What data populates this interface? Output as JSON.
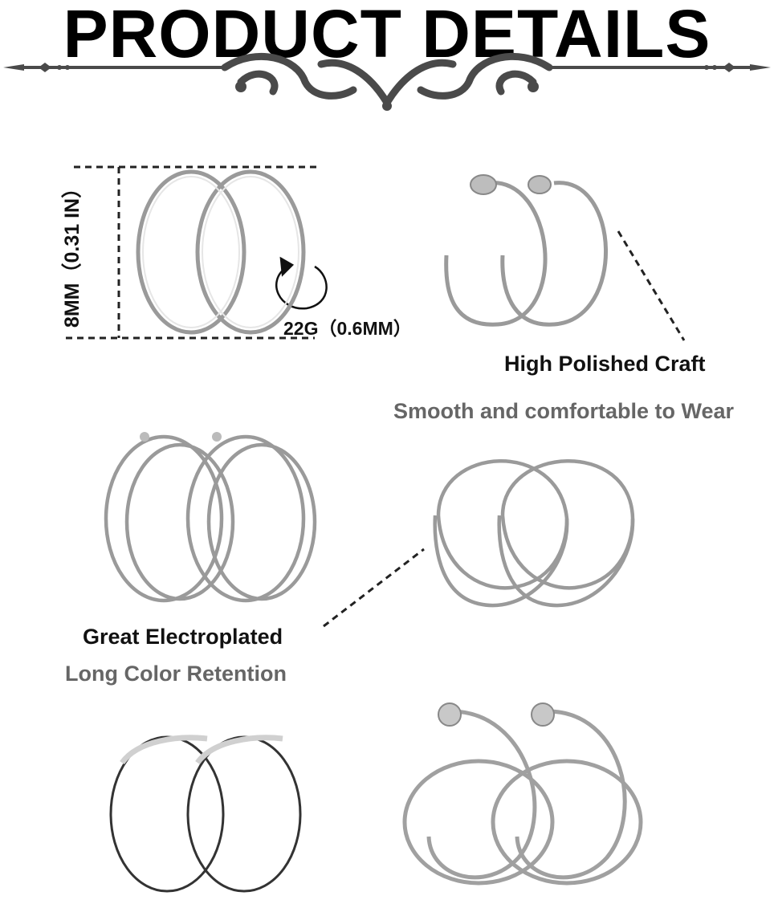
{
  "header": {
    "title": "PRODUCT DETAILS"
  },
  "dimensions": {
    "height_label": "8MM（0.31 IN）",
    "gauge_label": "22G（0.6MM）"
  },
  "features": [
    {
      "title": "High Polished Craft",
      "subtitle": "Smooth and comfortable to Wear"
    },
    {
      "title": "Great Electroplated",
      "subtitle": "Long Color Retention"
    }
  ],
  "colors": {
    "title": "#000000",
    "ornament": "#4a4a4a",
    "feature_title": "#111111",
    "feature_subtitle": "#666666",
    "metal": "#9a9a9a"
  }
}
